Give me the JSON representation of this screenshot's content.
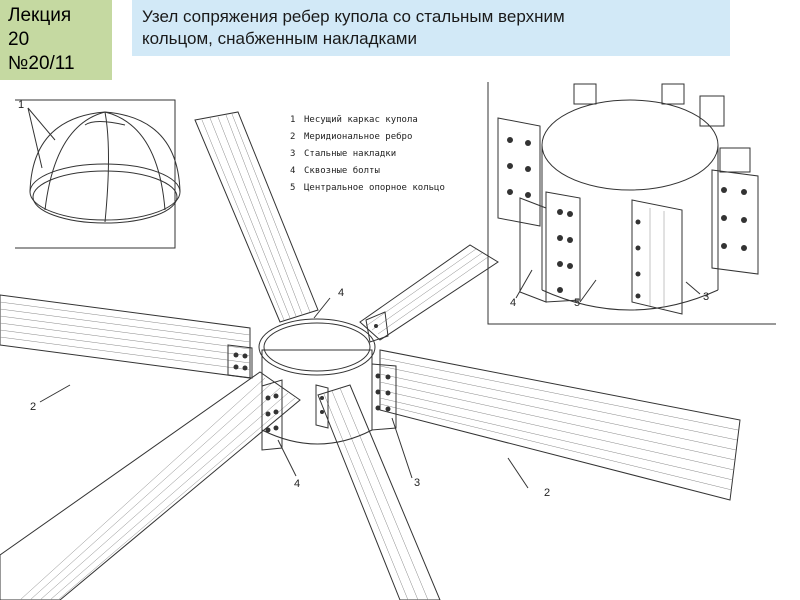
{
  "lecture": {
    "line1": "Лекция",
    "line2": "20",
    "line3": "№20/11"
  },
  "title": {
    "line1": "Узел сопряжения ребер купола со стальным верхним",
    "line2": "кольцом, снабженным накладками"
  },
  "legend": [
    {
      "num": "1",
      "text": "Несущий каркас купола"
    },
    {
      "num": "2",
      "text": "Меридиональное ребро"
    },
    {
      "num": "3",
      "text": "Стальные накладки"
    },
    {
      "num": "4",
      "text": "Сквозные болты"
    },
    {
      "num": "5",
      "text": "Центральное опорное кольцо"
    }
  ],
  "callouts": {
    "dome_1": "1",
    "main_4_top": "4",
    "main_2_left": "2",
    "main_4_bottom": "4",
    "main_3": "3",
    "main_2_right": "2",
    "detail_4": "4",
    "detail_5": "5",
    "detail_3": "3"
  },
  "colors": {
    "lecture_bg": "#c5d9a1",
    "title_bg": "#d2e9f7",
    "line": "#333333"
  }
}
